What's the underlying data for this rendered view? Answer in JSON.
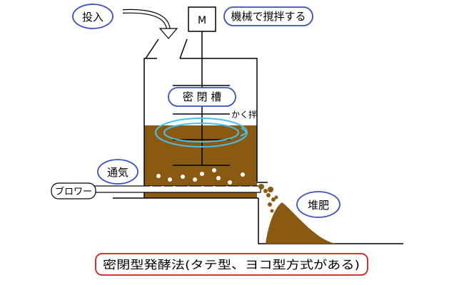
{
  "labels": {
    "input": "投入",
    "motor": "M",
    "machine_stirring": "機械で撹拌する",
    "tank": "密 閉 槽",
    "stirring": "かく拌",
    "aeration": "通気",
    "blower": "ブロワー",
    "compost_pile": "堆肥",
    "caption": "密閉型発酵法(タテ型、ヨコ型方式がある)"
  },
  "colors": {
    "compost": "#8b5a12",
    "callout_border": "#3b4fc4",
    "caption_border": "#d21b1b",
    "swirl": "#46c2e8",
    "bubble": "#ffffff",
    "line": "#000000"
  },
  "icons": {
    "input_arrow": "curved-arrow-icon",
    "swirl": "circular-arrow-icon"
  }
}
